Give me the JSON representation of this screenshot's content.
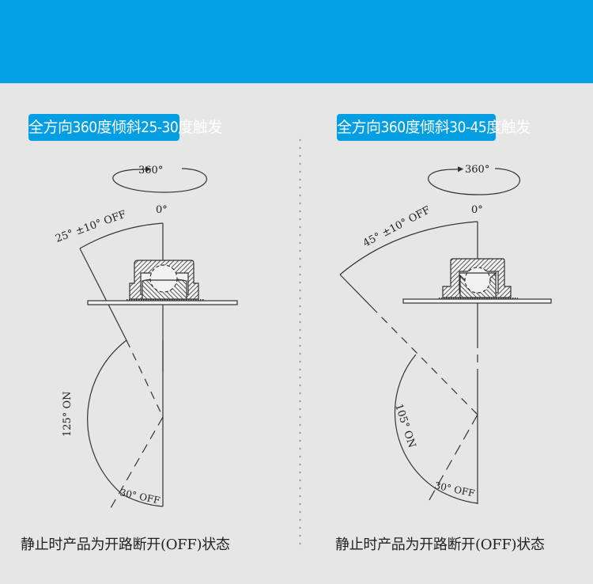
{
  "banner": {
    "color": "#04a1e6"
  },
  "panels": [
    {
      "title": "全方向360度倾斜25-30度触发",
      "rotation_label": "360°",
      "zero_label": "0°",
      "off_range_label": "25° ±10° OFF",
      "on_range_label": "125° ON",
      "bottom_off_label": "30° OFF",
      "caption": "静止时产品为开路断开(OFF)状态"
    },
    {
      "title": "全方向360度倾斜30-45度触发",
      "rotation_label": "360°",
      "zero_label": "0°",
      "off_range_label": "45° ±10° OFF",
      "on_range_label": "105° ON",
      "bottom_off_label": "30° OFF",
      "caption": "静止时产品为开路断开(OFF)状态"
    }
  ],
  "colors": {
    "badge": "#049fe2",
    "background": "#e6e6e6",
    "line": "#333333"
  }
}
